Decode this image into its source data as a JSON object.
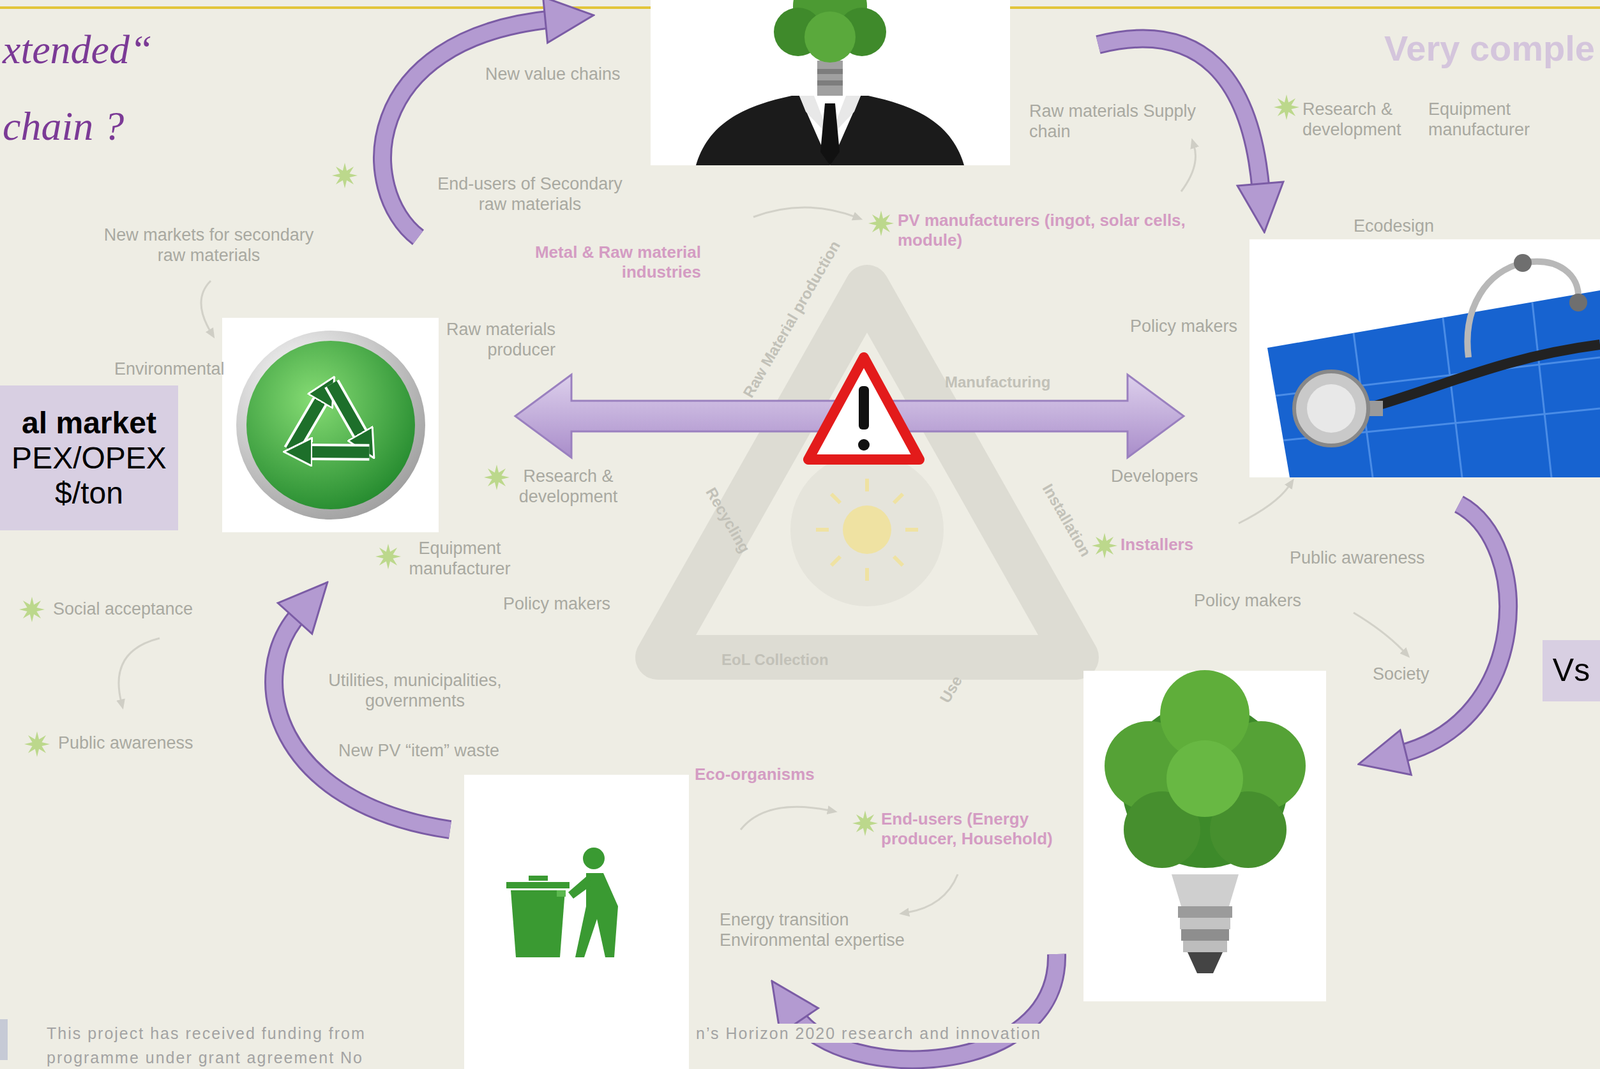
{
  "diagram": {
    "title": "xtended“ chain ?",
    "nodes": [
      {
        "text": [
          "al market",
          "PEX/OPEX $/ton"
        ]
      },
      {
        "text": [
          "Vs"
        ]
      }
    ],
    "labels": [
      "Very comple",
      "New value chains",
      "End-users of Secondary raw materials",
      "New markets for secondary raw materials",
      "Metal & Raw material industries",
      "Raw materials producer",
      "Environmental",
      "Research & development",
      "Equipment manufacturer",
      "Social acceptance",
      "Policy makers",
      "Utilities, municipalities, governments",
      "Public awareness",
      "New PV “item” waste",
      "Eco-organisms",
      "End-users (Energy producer, Household)",
      "Energy transition Environmental expertise",
      "Raw materials Supply chain",
      "Research & development",
      "Equipment manufacturer",
      "PV manufacturers (ingot, solar cells, module)",
      "Ecodesign",
      "Policy makers",
      "Developers",
      "Installers",
      "Policy makers",
      "Public awareness",
      "Society",
      "Raw Material production",
      "Manufacturing",
      "Recycling",
      "Installation",
      "EoL Collection",
      "Use",
      "This project has received funding from",
      "programme under grant agreement No",
      "n’s Horizon 2020 research and innovation"
    ]
  }
}
